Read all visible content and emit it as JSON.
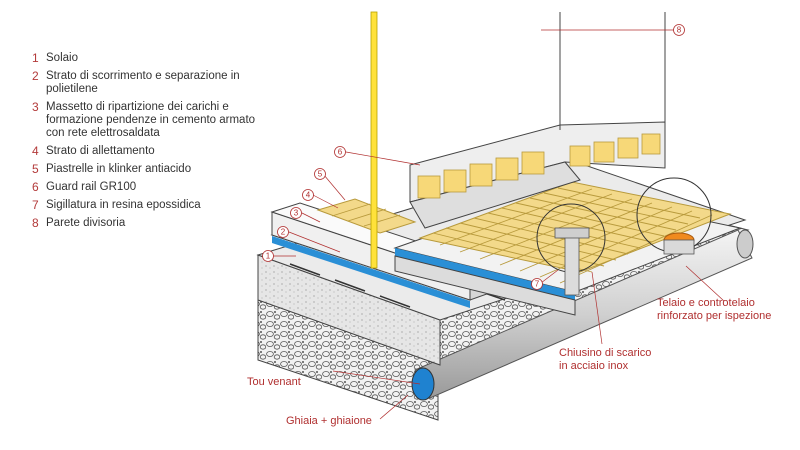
{
  "legend": [
    {
      "num": "1",
      "text": "Solaio"
    },
    {
      "num": "2",
      "text": "Strato di scorrimento e separazione in polietilene"
    },
    {
      "num": "3",
      "text": "Massetto di ripartizione dei carichi e formazione pendenze in cemento armato con rete elettrosaldata"
    },
    {
      "num": "4",
      "text": "Strato di allettamento"
    },
    {
      "num": "5",
      "text": "Piastrelle in klinker antiacido"
    },
    {
      "num": "6",
      "text": "Guard rail GR100"
    },
    {
      "num": "7",
      "text": "Sigillatura in resina epossidica"
    },
    {
      "num": "8",
      "text": "Parete divisoria"
    }
  ],
  "labels": {
    "telaio_line1": "Telaio e controtelaio",
    "telaio_line2": "rinforzato per ispezione",
    "chiusino_line1": "Chiusino di scarico",
    "chiusino_line2": "in acciaio inox",
    "tou_venant": "Tou venant",
    "ghiaia": "Ghiaia + ghiaione"
  },
  "callouts": [
    "1",
    "2",
    "3",
    "4",
    "5",
    "6",
    "7",
    "8"
  ],
  "colors": {
    "accent_red": "#b02f2f",
    "tile_yellow": "#f3d98a",
    "tile_grout": "#b89a3c",
    "membrane_blue": "#2a8fd6",
    "rail_yellow": "#ffe23a",
    "concrete_grey": "#d9d9d9",
    "slab_grey": "#c8c8c8"
  }
}
